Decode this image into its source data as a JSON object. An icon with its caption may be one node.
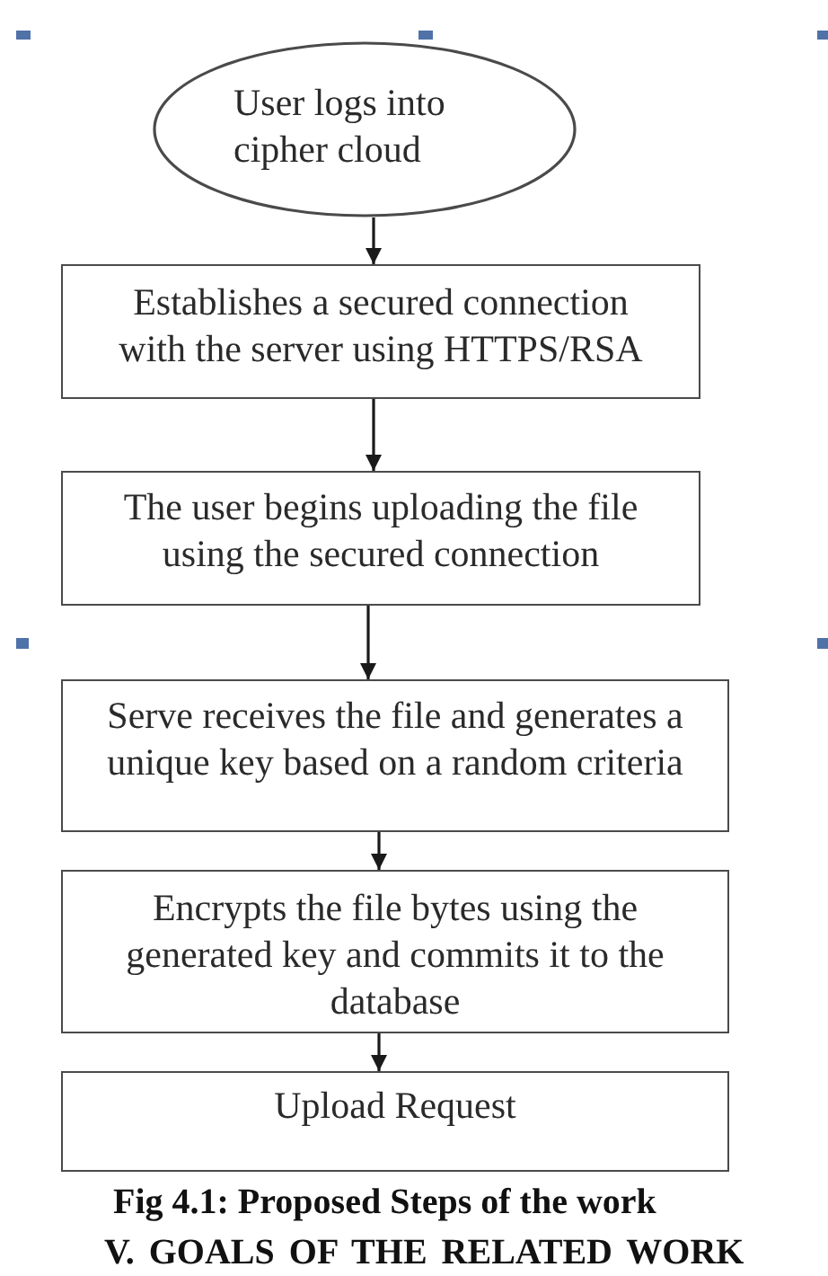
{
  "diagram": {
    "caption": "Fig 4.1: Proposed Steps of the work",
    "nodes": [
      {
        "text": [
          "User logs into cipher cloud"
        ]
      },
      {
        "text": [
          "Establishes a secured connection with the server using HTTPS/RSA"
        ]
      },
      {
        "text": [
          "The user begins uploading the file using the secured connection"
        ]
      },
      {
        "text": [
          "Serve receives the file and generates a unique key based on a random criteria"
        ]
      },
      {
        "text": [
          "Encrypts the file bytes using the generated key and commits it to the database"
        ]
      },
      {
        "text": [
          "Upload Request"
        ]
      }
    ],
    "edges": [
      {
        "from": 0,
        "to": 1,
        "arrow": "to"
      },
      {
        "from": 1,
        "to": 2,
        "arrow": "to"
      },
      {
        "from": 2,
        "to": 3,
        "arrow": "to"
      },
      {
        "from": 3,
        "to": 4,
        "arrow": "to"
      },
      {
        "from": 4,
        "to": 5,
        "arrow": "to"
      }
    ],
    "labels": [
      "V. GOALS OF THE RELATED WORK"
    ]
  }
}
